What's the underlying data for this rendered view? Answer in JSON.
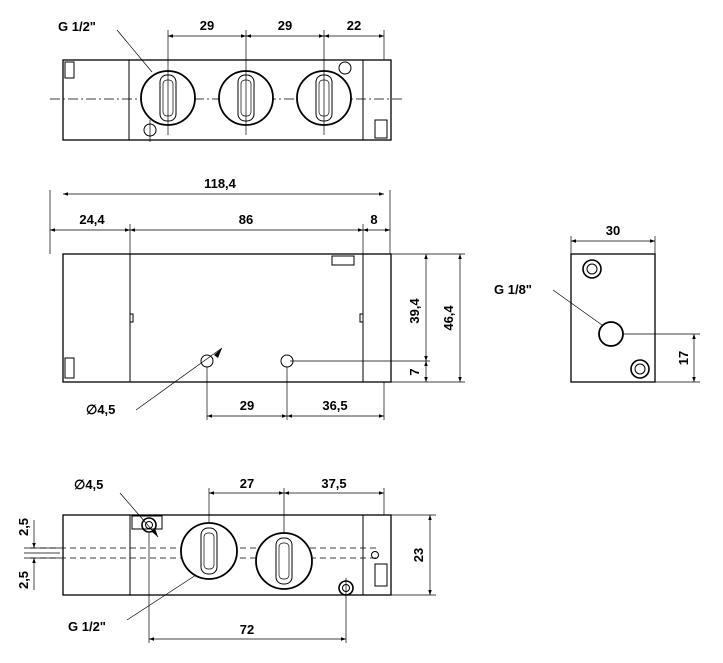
{
  "drawing": {
    "top_view": {
      "port_label": "G 1/2\"",
      "dim_spacing_1": "29",
      "dim_spacing_2": "29",
      "dim_spacing_3": "22"
    },
    "front_view": {
      "dim_overall_length": "118,4",
      "dim_left_section": "24,4",
      "dim_middle_section": "86",
      "dim_right_section": "8",
      "dim_height_inner": "39,4",
      "dim_height_total": "46,4",
      "dim_hole_height": "7",
      "hole_diameter_label": "∅4,5",
      "dim_hole_spacing_1": "29",
      "dim_hole_spacing_2": "36,5"
    },
    "side_view": {
      "dim_width": "30",
      "port_label": "G 1/8\"",
      "dim_port_height": "17"
    },
    "bottom_view": {
      "hole_diameter_label": "∅4,5",
      "dim_port_spacing_1": "27",
      "dim_port_spacing_2": "37,5",
      "dim_offset_top": "2,5",
      "dim_offset_bottom": "2,5",
      "dim_height": "23",
      "port_label": "G 1/2\"",
      "dim_hole_spacing": "72"
    }
  }
}
